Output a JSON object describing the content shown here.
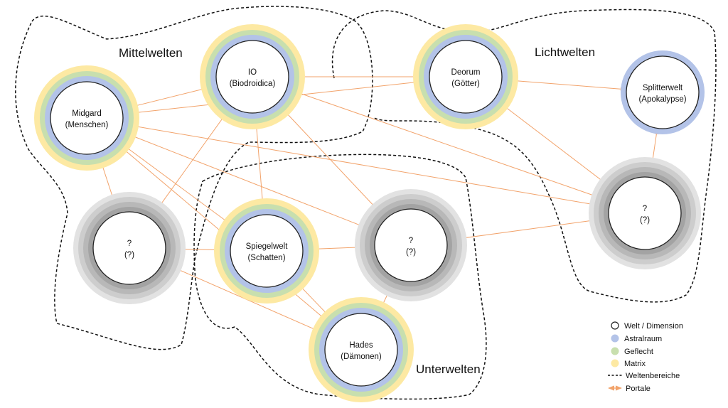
{
  "colors": {
    "matrix": "#fde9a3",
    "geflecht": "#c8dfae",
    "astral": "#b3c3e8",
    "world_border": "#222222",
    "region_border": "#111111",
    "portal": "#f2a36b",
    "unknown_rings": [
      "#e2e2e2",
      "#cdcdcd",
      "#b8b8b8",
      "#a3a3a3"
    ]
  },
  "regions": [
    {
      "id": "mittelwelten",
      "label": "Mittelwelten"
    },
    {
      "id": "lichtwelten",
      "label": "Lichtwelten"
    },
    {
      "id": "unterwelten",
      "label": "Unterwelten"
    }
  ],
  "worlds": [
    {
      "id": "midgard",
      "type": "full",
      "line1": "Midgard",
      "line2": "(Menschen)"
    },
    {
      "id": "io",
      "type": "full",
      "line1": "IO",
      "line2": "(Biodroidica)"
    },
    {
      "id": "deorum",
      "type": "full",
      "line1": "Deorum",
      "line2": "(Götter)"
    },
    {
      "id": "splitter",
      "type": "astral",
      "line1": "Splitterwelt",
      "line2": "(Apokalypse)"
    },
    {
      "id": "unknown-left",
      "type": "unknown",
      "line1": "?",
      "line2": "(?)"
    },
    {
      "id": "spiegelwelt",
      "type": "full",
      "line1": "Spiegelwelt",
      "line2": "(Schatten)"
    },
    {
      "id": "unknown-center",
      "type": "unknown",
      "line1": "?",
      "line2": "(?)"
    },
    {
      "id": "unknown-right",
      "type": "unknown",
      "line1": "?",
      "line2": "(?)"
    },
    {
      "id": "hades",
      "type": "full",
      "line1": "Hades",
      "line2": "(Dämonen)"
    }
  ],
  "portals": [
    [
      "midgard",
      "io"
    ],
    [
      "midgard",
      "unknown-left"
    ],
    [
      "midgard",
      "spiegelwelt"
    ],
    [
      "midgard",
      "unknown-center"
    ],
    [
      "midgard",
      "unknown-right"
    ],
    [
      "midgard",
      "hades"
    ],
    [
      "io",
      "deorum"
    ],
    [
      "io",
      "spiegelwelt"
    ],
    [
      "io",
      "unknown-left"
    ],
    [
      "io",
      "unknown-center"
    ],
    [
      "io",
      "unknown-right"
    ],
    [
      "deorum",
      "splitter"
    ],
    [
      "deorum",
      "unknown-right"
    ],
    [
      "deorum",
      "midgard"
    ],
    [
      "splitter",
      "unknown-right"
    ],
    [
      "unknown-left",
      "spiegelwelt"
    ],
    [
      "unknown-left",
      "hades"
    ],
    [
      "spiegelwelt",
      "unknown-center"
    ],
    [
      "spiegelwelt",
      "hades"
    ],
    [
      "unknown-center",
      "unknown-right"
    ],
    [
      "unknown-center",
      "hades"
    ]
  ],
  "legend": [
    {
      "kind": "world",
      "label": "Welt / Dimension"
    },
    {
      "kind": "astral",
      "label": "Astralraum"
    },
    {
      "kind": "geflecht",
      "label": "Geflecht"
    },
    {
      "kind": "matrix",
      "label": "Matrix"
    },
    {
      "kind": "regions",
      "label": "Weltenbereiche"
    },
    {
      "kind": "portals",
      "label": "Portale"
    }
  ]
}
